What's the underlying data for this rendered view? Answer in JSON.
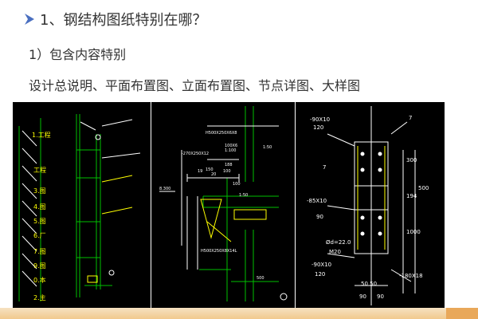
{
  "slide": {
    "heading": "1、钢结构图纸特别在哪？",
    "subheading": "1）包含内容特别",
    "contents_list": "设计总说明、平面布置图、立面布置图、节点详图、大样图"
  },
  "colors": {
    "cad_background": "#000000",
    "cad_green": "#00c000",
    "cad_yellow": "#ffff00",
    "cad_white": "#ffffff",
    "arrow": "#4a6fc0",
    "accent": "#f1c98d"
  },
  "icons": [
    "arrow-bullet-icon"
  ],
  "drawings": {
    "left": {
      "legend_items": [
        "1.工程",
        "工程",
        "3.图",
        "4.图",
        "5.图",
        "6.厂",
        "7.图",
        "9.图",
        "0.本",
        "2.主"
      ]
    },
    "middle": {
      "labels": [
        "H500X250X6X8",
        "-270X250X12",
        "100X6",
        "1:100",
        "1:50",
        "188",
        "100",
        "150",
        "8.300",
        "19",
        "20",
        "100",
        "H500X250X8X14L",
        "1:50",
        "500"
      ]
    },
    "right": {
      "labels": [
        "-90X10",
        "120",
        "-85X10",
        "90",
        "Ød=22.0",
        "M20",
        "-90X10",
        "120",
        "-180X18",
        "50 50",
        "90",
        "90",
        "300",
        "194",
        "500",
        "1000",
        "7",
        "7"
      ]
    }
  }
}
